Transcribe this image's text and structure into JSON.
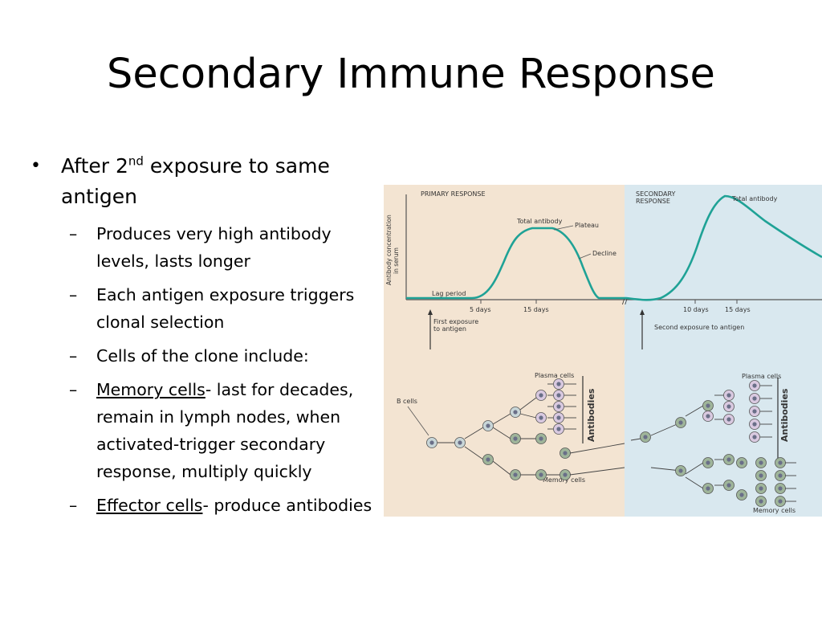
{
  "slide": {
    "title": "Secondary Immune Response",
    "bullet": {
      "text_before": "After 2",
      "superscript": "nd",
      "text_after": " exposure to same antigen"
    },
    "subitems": [
      {
        "underlined": "",
        "text": "Produces very high antibody levels, lasts longer"
      },
      {
        "underlined": "",
        "text": "Each antigen exposure triggers clonal selection"
      },
      {
        "underlined": "",
        "text": "Cells of the clone include:"
      },
      {
        "underlined": "Memory cells",
        "text": "- last for decades, remain in lymph nodes, when activated-trigger secondary response, multiply quickly"
      },
      {
        "underlined": "Effector cells",
        "text": "- produce antibodies"
      }
    ]
  },
  "figure": {
    "colors": {
      "primary_bg": "#f3e4d2",
      "secondary_bg": "#d9e8ef",
      "curve": "#1fa296",
      "axis": "#555555"
    },
    "primary_label_1": "PRIMARY RESPONSE",
    "secondary_label_1": "SECONDARY",
    "secondary_label_2": "RESPONSE",
    "y_axis_label_1": "Antibody concentration",
    "y_axis_label_2": "in serum",
    "total_antibody": "Total antibody",
    "plateau": "Plateau",
    "decline": "Decline",
    "lag_period": "Lag period",
    "ticks": [
      "5 days",
      "15 days",
      "10 days",
      "15 days"
    ],
    "first_exposure_1": "First exposure",
    "first_exposure_2": "to antigen",
    "second_exposure": "Second exposure to antigen",
    "plasma_cells": "Plasma cells",
    "b_cells": "B cells",
    "memory_cells": "Memory cells",
    "antibodies": "Antibodies"
  }
}
